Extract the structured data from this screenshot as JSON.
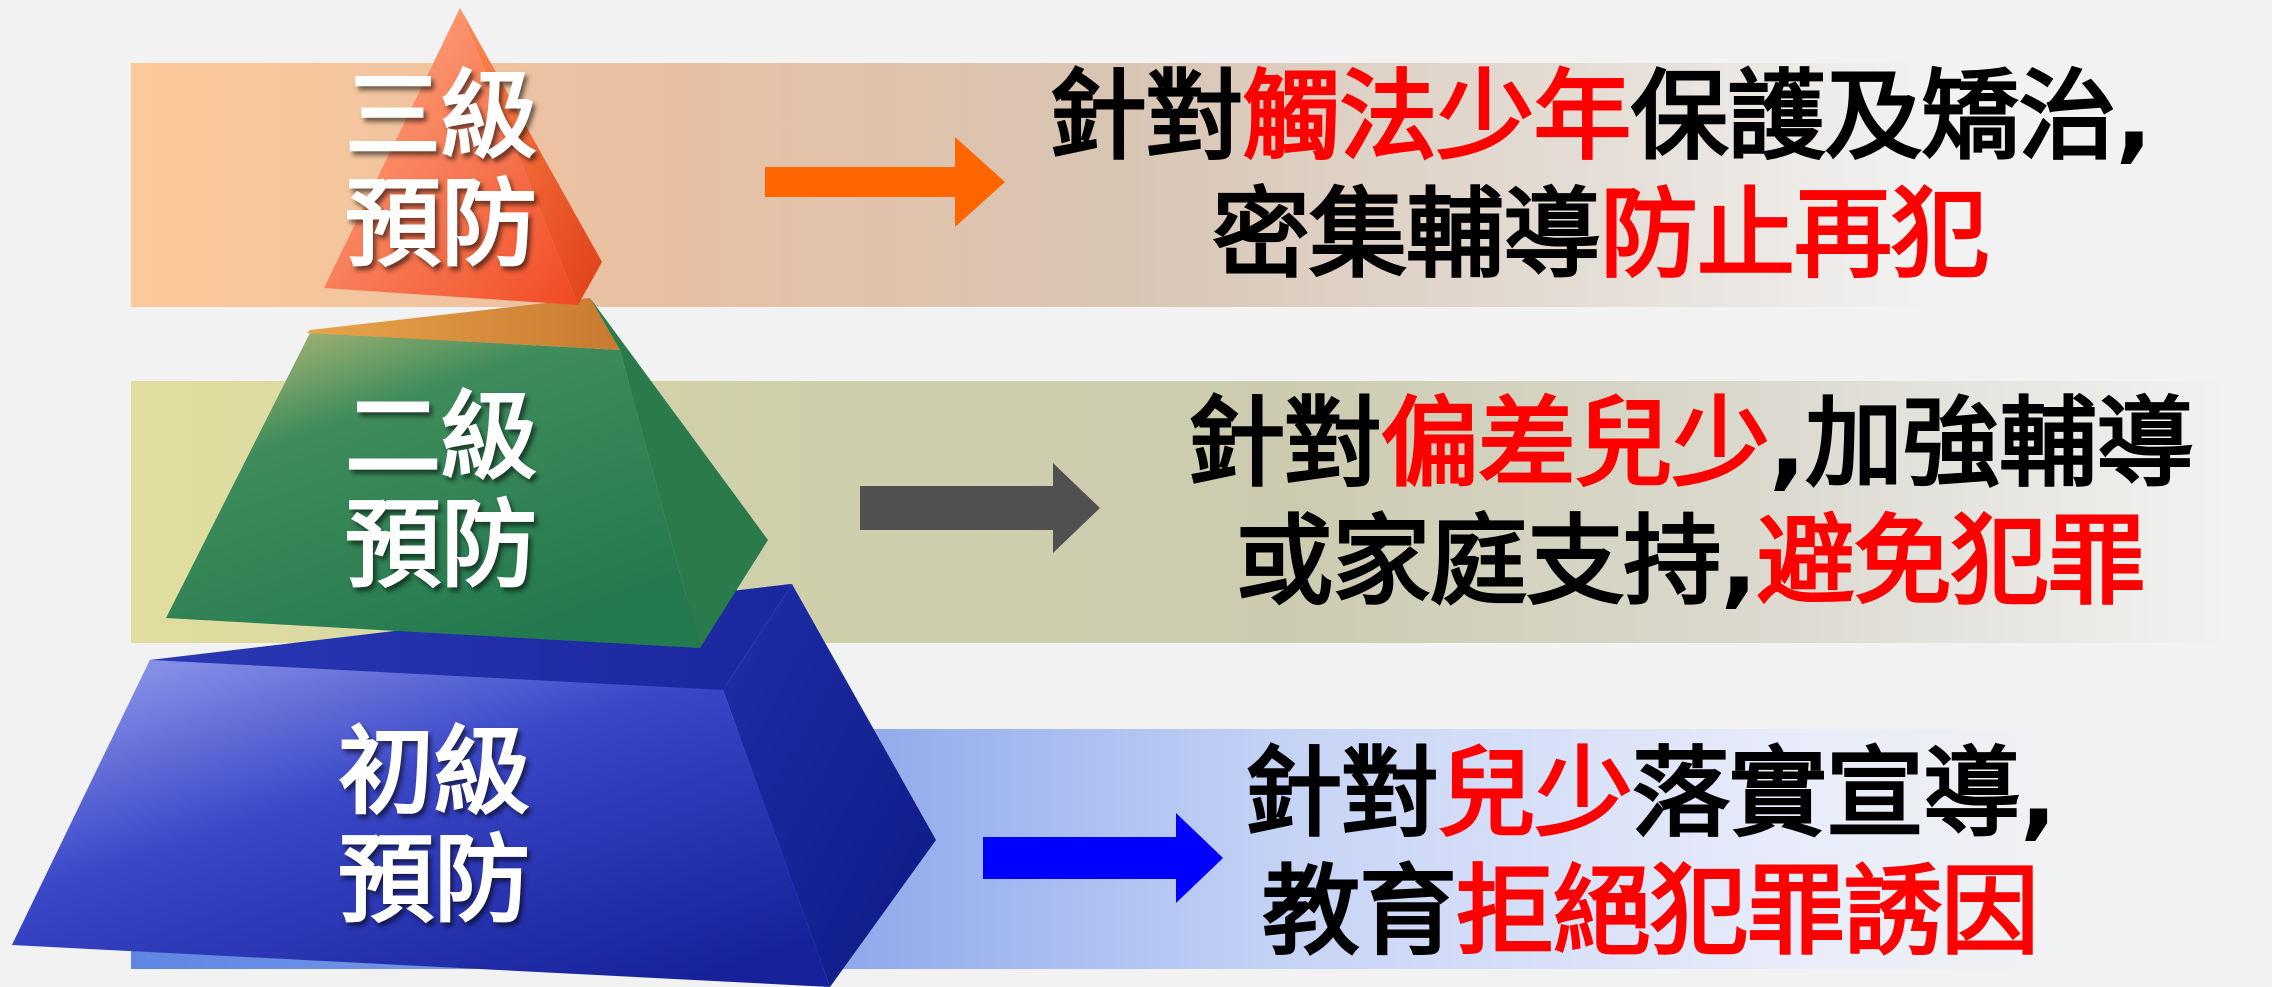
{
  "tiers": [
    {
      "id": "tertiary",
      "level": "三級",
      "label": "預防",
      "arrow_color": "#ff6600",
      "line1": [
        {
          "text": "針對",
          "hl": false
        },
        {
          "text": "觸法少年",
          "hl": true
        },
        {
          "text": "保護及矯治,",
          "hl": false
        }
      ],
      "line2": [
        {
          "text": "密集輔導",
          "hl": false
        },
        {
          "text": "防止再犯",
          "hl": true
        }
      ]
    },
    {
      "id": "secondary",
      "level": "二級",
      "label": "預防",
      "arrow_color": "#505050",
      "line1": [
        {
          "text": "針對",
          "hl": false
        },
        {
          "text": "偏差兒少",
          "hl": true
        },
        {
          "text": ",加強輔導",
          "hl": false
        }
      ],
      "line2": [
        {
          "text": "或家庭支持,",
          "hl": false
        },
        {
          "text": "避免犯罪",
          "hl": true
        }
      ]
    },
    {
      "id": "primary",
      "level": "初級",
      "label": "預防",
      "arrow_color": "#0000ff",
      "line1": [
        {
          "text": "針對",
          "hl": false
        },
        {
          "text": "兒少",
          "hl": true
        },
        {
          "text": "落實宣導,",
          "hl": false
        }
      ],
      "line2": [
        {
          "text": "教育",
          "hl": false
        },
        {
          "text": "拒絕犯罪誘因",
          "hl": true
        }
      ]
    }
  ],
  "colors": {
    "highlight": "#ff0000",
    "text": "#000000",
    "tier_top": "#f26a3c",
    "tier_mid": "#2e8a5a",
    "tier_bot": "#1a2a9a"
  }
}
